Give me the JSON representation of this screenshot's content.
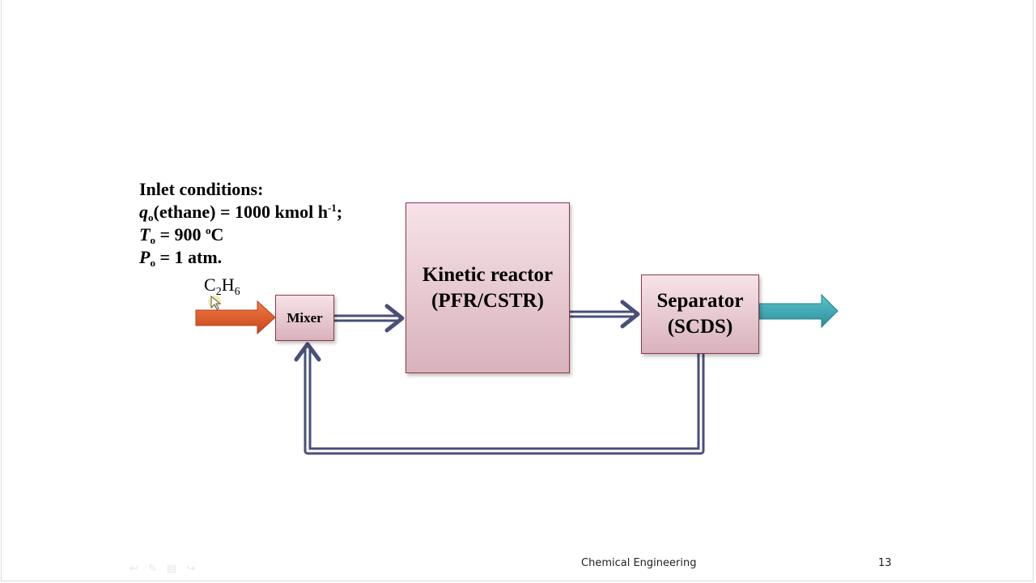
{
  "inlet": {
    "heading": "Inlet conditions:",
    "flow_symbol": "q",
    "flow_sub": "o",
    "flow_rest": "(ethane) = 1000 kmol h",
    "flow_exp": "-1",
    "flow_end": ";",
    "temp_symbol": "T",
    "temp_sub": "o",
    "temp_rest": " = 900 ",
    "temp_deg": "o",
    "temp_unit": "C",
    "press_symbol": "P",
    "press_sub": "o",
    "press_rest": " =  1 atm."
  },
  "feed": {
    "c": "C",
    "c_sub": "2",
    "h": "H",
    "h_sub": "6"
  },
  "boxes": {
    "mixer": "Mixer",
    "reactor_line1": "Kinetic reactor",
    "reactor_line2": "(PFR/CSTR)",
    "separator_line1": "Separator",
    "separator_line2": "(SCDS)"
  },
  "colors": {
    "feed_arrow": "#e0541f",
    "product_arrow": "#3aa8b4",
    "stream": "#4a4f78",
    "box_border": "#8b3a4a"
  },
  "footer": {
    "title": "Chemical Engineering",
    "page": "13"
  },
  "nav_icons": [
    "back-icon",
    "pen-icon",
    "menu-icon",
    "forward-icon"
  ]
}
